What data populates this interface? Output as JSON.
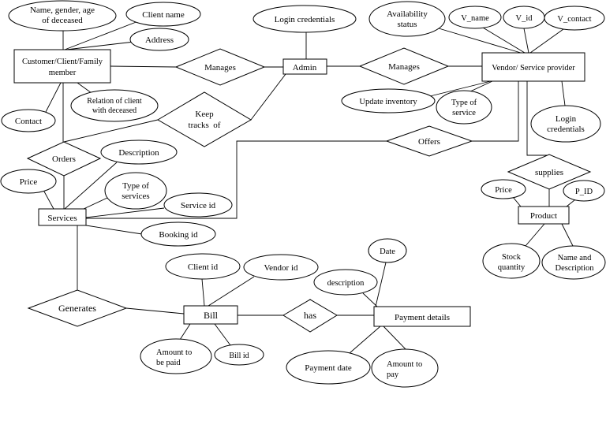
{
  "entities": {
    "customer": {
      "lines": [
        "Customer/Client/Family",
        "member"
      ]
    },
    "admin": {
      "label": "Admin"
    },
    "vendor": {
      "label": "Vendor/ Service provider"
    },
    "services": {
      "label": "Services"
    },
    "product": {
      "label": "Product"
    },
    "bill": {
      "label": "Bill"
    },
    "payment_details": {
      "label": "Payment details"
    }
  },
  "relationships": {
    "customer_manages": {
      "label": "Manages"
    },
    "vendor_manages": {
      "label": "Manages"
    },
    "keep_tracks_of": {
      "lines": [
        "Keep",
        "tracks  of"
      ]
    },
    "orders": {
      "label": "Orders"
    },
    "offers": {
      "label": "Offers"
    },
    "supplies": {
      "label": "supplies"
    },
    "generates": {
      "label": "Generates"
    },
    "has": {
      "label": "has"
    }
  },
  "attributes": {
    "deceased_details": {
      "lines": [
        "Name, gender, age",
        "of deceased"
      ]
    },
    "client_name": {
      "label": "Client name"
    },
    "address": {
      "label": "Address"
    },
    "contact": {
      "label": "Contact"
    },
    "relation_with_deceased": {
      "lines": [
        "Relation of client",
        "with deceased"
      ]
    },
    "admin_login_credentials": {
      "label": "Login credentials"
    },
    "availability_status": {
      "lines": [
        "Availability",
        "status"
      ]
    },
    "v_name": {
      "label": "V_name"
    },
    "v_id": {
      "label": "V_id"
    },
    "v_contact": {
      "label": "V_contact"
    },
    "update_inventory": {
      "label": "Update inventory"
    },
    "vendor_type_of_service": {
      "lines": [
        "Type of",
        "service"
      ]
    },
    "vendor_login_credentials": {
      "lines": [
        "Login",
        "credentials"
      ]
    },
    "description": {
      "label": "Description"
    },
    "type_of_services": {
      "lines": [
        "Type of",
        "services"
      ]
    },
    "service_price": {
      "label": "Price"
    },
    "service_id": {
      "label": "Service id"
    },
    "booking_id": {
      "label": "Booking id"
    },
    "product_price": {
      "label": "Price"
    },
    "p_id": {
      "label": "P_ID"
    },
    "stock_quantity": {
      "lines": [
        "Stock",
        "quantity"
      ]
    },
    "name_and_description": {
      "lines": [
        "Name and",
        "Description"
      ]
    },
    "client_id": {
      "label": "Client id"
    },
    "vendor_id": {
      "label": "Vendor id"
    },
    "date": {
      "label": "Date"
    },
    "payment_description": {
      "label": "description"
    },
    "amount_to_be_paid": {
      "lines": [
        "Amount to",
        "be paid"
      ]
    },
    "bill_id": {
      "label": "Bill id"
    },
    "payment_date": {
      "label": "Payment date"
    },
    "amount_to_pay": {
      "lines": [
        "Amount to",
        "pay"
      ]
    }
  }
}
